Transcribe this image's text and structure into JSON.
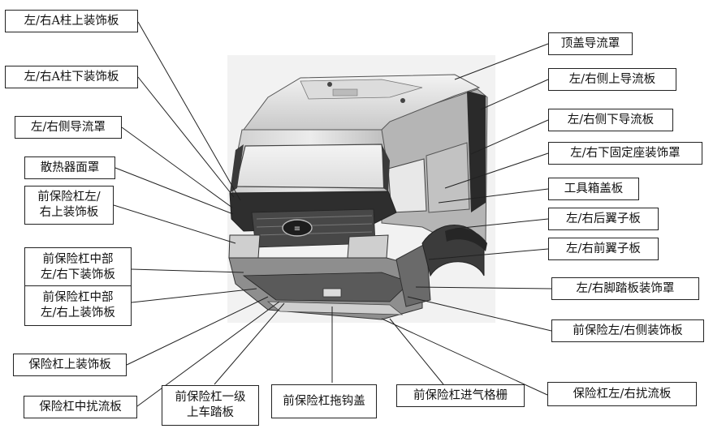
{
  "labels": {
    "a_pillar_upper": "左/右A柱上装饰板",
    "a_pillar_lower": "左/右A柱下装饰板",
    "side_deflector": "左/右侧导流罩",
    "radiator_grille": "散热器面罩",
    "front_bumper_lr_upper": "前保险杠左/\n右上装饰板",
    "bumper_middle_lower": "前保险杠中部\n左/右下装饰板",
    "bumper_middle_upper": "前保险杠中部\n左/右上装饰板",
    "bumper_upper_trim": "保险杠上装饰板",
    "bumper_middle_spoiler": "保险杠中扰流板",
    "bumper_first_step": "前保险杠一级\n上车踏板",
    "bumper_tow_cover": "前保险杠拖钩盖",
    "bumper_air_grille": "前保险杠进气格栅",
    "bumper_lr_spoiler": "保险杠左/右扰流板",
    "front_bumper_side_trim": "前保险左/右侧装饰板",
    "step_trim_cover": "左/右脚踏板装饰罩",
    "front_fender": "左/右前翼子板",
    "rear_fender": "左/右后翼子板",
    "toolbox_cover": "工具箱盖板",
    "lower_mount_cover": "左/右下固定座装饰罩",
    "side_lower_deflector": "左/右侧下导流板",
    "side_upper_deflector": "左/右侧上导流板",
    "roof_deflector": "顶盖导流罩"
  }
}
